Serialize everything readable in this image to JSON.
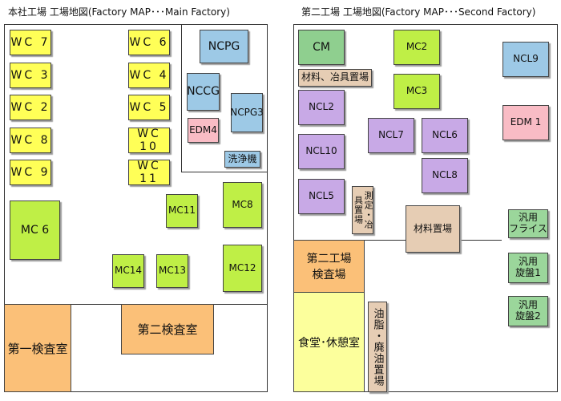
{
  "left": {
    "title": "本社工場 工場地図(Factory MAP･･･Main Factory)",
    "blocks": {
      "wc7": "WC 7",
      "wc3": "WC 3",
      "wc2": "WC 2",
      "wc8": "WC 8",
      "wc9": "WC 9",
      "wc6": "WC 6",
      "wc4": "WC 4",
      "wc5": "WC 5",
      "wc10": "WC 10",
      "wc11": "WC 11",
      "ncpg": "NCPG",
      "nccg": "NCCG",
      "ncpg3": "NCPG3",
      "edm4": "EDM4",
      "wash": "洗浄機",
      "mc6": "MC 6",
      "mc11": "MC11",
      "mc8": "MC8",
      "mc14": "MC14",
      "mc13": "MC13",
      "mc12": "MC12"
    },
    "rooms": {
      "insp1": "第一検査室",
      "insp2": "第二検査室"
    }
  },
  "right": {
    "title": "第二工場 工場地図(Factory MAP･･･Second Factory)",
    "blocks": {
      "cm": "CM",
      "tools": "材料、冶具置場",
      "mc2": "MC2",
      "mc3": "MC3",
      "ncl9": "NCL9",
      "ncl2": "NCL2",
      "ncl7": "NCL7",
      "ncl6": "NCL6",
      "edm1": "EDM 1",
      "ncl10": "NCL10",
      "ncl8": "NCL8",
      "ncl5": "NCL5",
      "measure": "測定・冶具置場",
      "material": "材料置場",
      "gm_line1": "汎用",
      "gm_line2": "フライス",
      "gl1_line1": "汎用",
      "gl1_line2": "旋盤1",
      "gl2_line1": "汎用",
      "gl2_line2": "旋盤2"
    },
    "rooms": {
      "insp_line1": "第二工場",
      "insp_line2": "検査場",
      "cafeteria": "食堂･休憩室",
      "oil": "油脂・廃油置場"
    }
  },
  "colors": {
    "wc": "#ffff57",
    "mc": "#bfef46",
    "ncpg": "#9dc9e6",
    "edm": "#f9bcc5",
    "ncl": "#c8a9e6",
    "cm": "#8fcf8f",
    "storage": "#e6cdb4",
    "inspection": "#fbc078",
    "cafeteria": "#fcff9c",
    "general": "#9bd69b"
  }
}
